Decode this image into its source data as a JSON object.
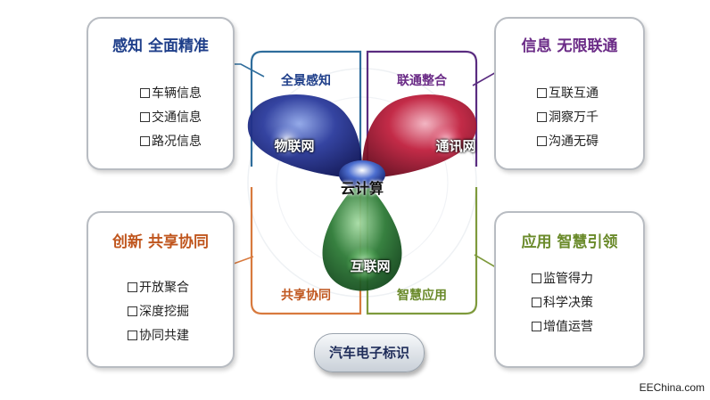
{
  "cards": {
    "top_left": {
      "title": "感知 全面精准",
      "items": [
        "车辆信息",
        "交通信息",
        "路况信息"
      ]
    },
    "top_right": {
      "title": "信息 无限联通",
      "items": [
        "互联互通",
        "洞察万千",
        "沟通无碍"
      ]
    },
    "bottom_left": {
      "title": "创新 共享协同",
      "items": [
        "开放聚合",
        "深度挖掘",
        "协同共建"
      ]
    },
    "bottom_right": {
      "title": "应用 智慧引领",
      "items": [
        "监管得力",
        "科学决策",
        "增值运营"
      ]
    }
  },
  "quadrants": {
    "top_left": "全景感知",
    "top_right": "联通整合",
    "bottom_left": "共享协同",
    "bottom_right": "智慧应用"
  },
  "petals": {
    "left": "物联网",
    "right": "通讯网",
    "bottom": "互联网",
    "center": "云计算"
  },
  "footer_pill": "汽车电子标识",
  "watermark": "EEChina.com",
  "colors": {
    "top_left": "#1f3f8a",
    "top_right": "#6a2a86",
    "bottom_left": "#c0561e",
    "bottom_right": "#6a8a2a",
    "petal_left": "#1d2b86",
    "petal_right": "#b01c3a",
    "petal_bottom": "#1e6a2a"
  }
}
